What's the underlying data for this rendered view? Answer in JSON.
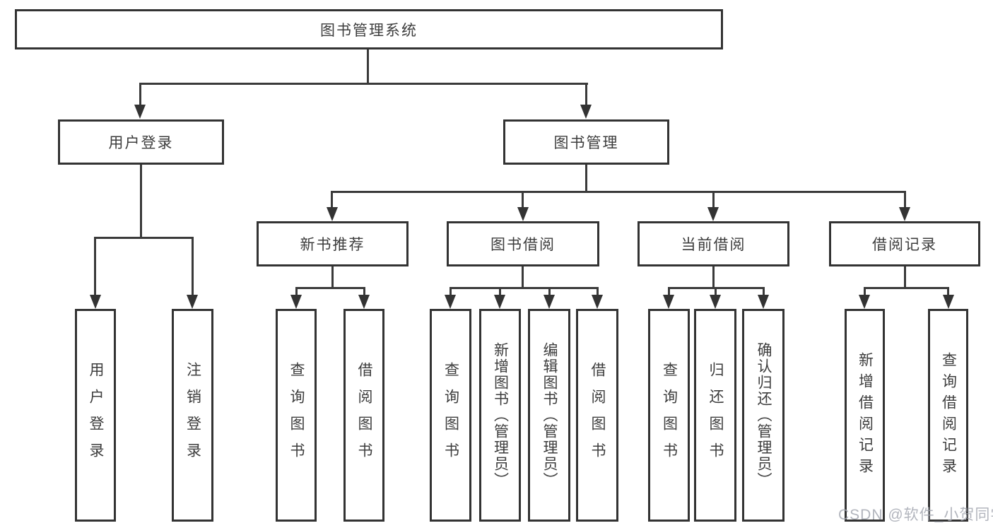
{
  "diagram": {
    "nodes": {
      "root": "图书管理系统",
      "user_login": "用户登录",
      "book_mgmt": "图书管理",
      "new_book_rec": "新书推荐",
      "book_borrow": "图书借阅",
      "current_borrow": "当前借阅",
      "borrow_record": "借阅记录",
      "ul_login": "用户登录",
      "ul_logout": "注销登录",
      "nr_query": "查询图书",
      "nr_borrow": "借阅图书",
      "bb_query": "查询图书",
      "bb_add": "新增图书（管理员）",
      "bb_edit": "编辑图书（管理员）",
      "bb_borrow": "借阅图书",
      "cb_query": "查询图书",
      "cb_return": "归还图书",
      "cb_confirm": "确认归还（管理员）",
      "br_add": "新增借阅记录",
      "br_query": "查询借阅记录"
    },
    "hierarchy": {
      "图书管理系统": {
        "用户登录": [
          "用户登录",
          "注销登录"
        ],
        "图书管理": {
          "新书推荐": [
            "查询图书",
            "借阅图书"
          ],
          "图书借阅": [
            "查询图书",
            "新增图书（管理员）",
            "编辑图书（管理员）",
            "借阅图书"
          ],
          "当前借阅": [
            "查询图书",
            "归还图书",
            "确认归还（管理员）"
          ],
          "借阅记录": [
            "新增借阅记录",
            "查询借阅记录"
          ]
        }
      }
    },
    "colors": {
      "box_border": "#333333",
      "line": "#3a3a3a",
      "text": "#3d3d3d",
      "watermark": "#a4a8b1",
      "background": "#ffffff"
    },
    "watermark": "CSDN @软件_小贺同学"
  }
}
